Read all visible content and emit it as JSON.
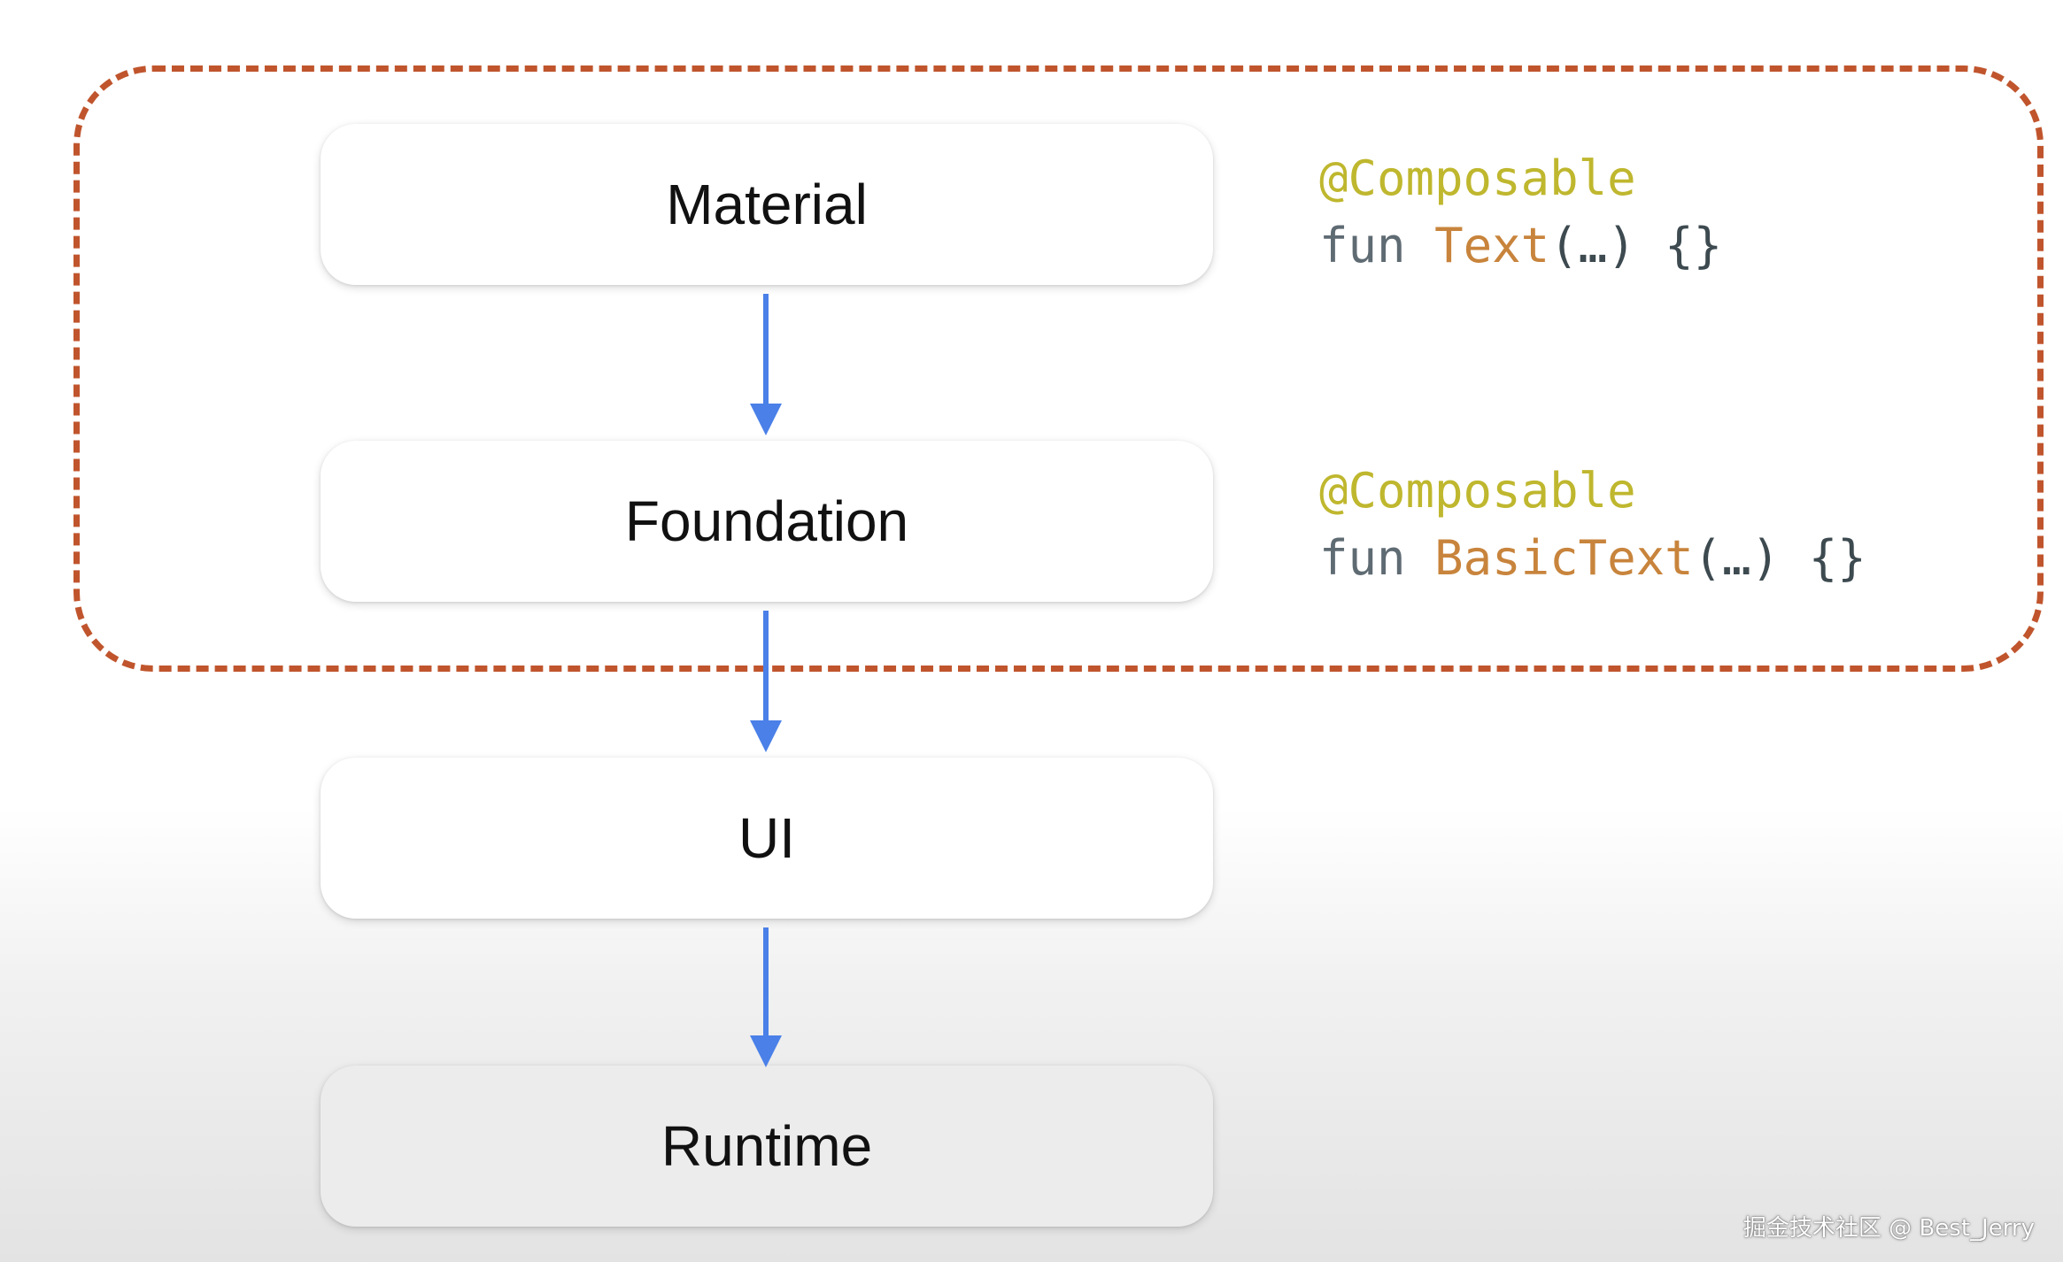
{
  "layers": [
    {
      "label": "Material"
    },
    {
      "label": "Foundation"
    },
    {
      "label": "UI"
    },
    {
      "label": "Runtime"
    }
  ],
  "code_snippets": [
    {
      "annotation": "@Composable",
      "keyword": "fun",
      "function": "Text",
      "args": "(…)",
      "body": "{}"
    },
    {
      "annotation": "@Composable",
      "keyword": "fun",
      "function": "BasicText",
      "args": "(…)",
      "body": "{}"
    }
  ],
  "watermark": "掘金技术社区 @ Best_Jerry",
  "colors": {
    "dashed_border": "#c0552d",
    "arrow": "#4a80e8",
    "annotation": "#bfb72e",
    "keyword": "#5f6b73",
    "function_name": "#c8843c"
  }
}
